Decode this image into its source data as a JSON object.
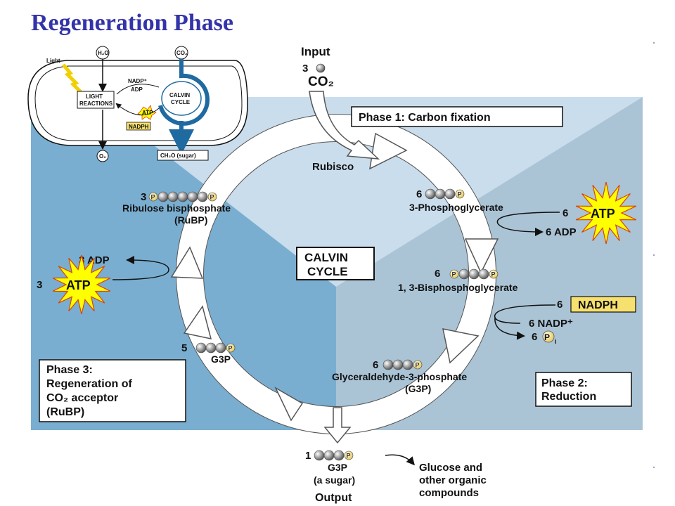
{
  "title": "Regeneration Phase",
  "inset": {
    "light": "Light",
    "h2o": "H₂O",
    "co2": "CO₂",
    "light_reactions_1": "LIGHT",
    "light_reactions_2": "REACTIONS",
    "calvin_1": "CALVIN",
    "calvin_2": "CYCLE",
    "nadp": "NADP⁺",
    "adp": "ADP",
    "atp": "ATP",
    "nadph": "NADPH",
    "o2": "O₂",
    "sugar": "CH₂O (sugar)"
  },
  "input": {
    "label": "Input",
    "count": "3",
    "molecule": "CO₂"
  },
  "rubisco": "Rubisco",
  "calvin_box": {
    "line1": "CALVIN",
    "line2": "CYCLE"
  },
  "phase1": "Phase 1: Carbon fixation",
  "phase2": {
    "line1": "Phase 2:",
    "line2": "Reduction"
  },
  "phase3": {
    "line1": "Phase 3:",
    "line2": "Regeneration of",
    "line3": "CO₂ acceptor",
    "line4": "(RuBP)"
  },
  "p_glyph": "P",
  "rubp": {
    "count": "3",
    "line1": "Ribulose bisphosphate",
    "line2": "(RuBP)"
  },
  "pga": {
    "count": "6",
    "label": "3-Phosphoglycerate"
  },
  "bpg": {
    "count": "6",
    "label": "1, 3-Bisphosphoglycerate"
  },
  "g3p_all": {
    "count": "6",
    "line1": "Glyceraldehyde-3-phosphate",
    "line2": "(G3P)"
  },
  "g3p5": {
    "count": "5",
    "label": "G3P"
  },
  "atp_right": {
    "count": "6",
    "atp": "ATP",
    "adp": "6 ADP"
  },
  "nadph_right": {
    "count": "6",
    "nadph": "NADPH",
    "nadp": "6 NADP⁺",
    "pi_count": "6",
    "pi": "P",
    "pi_sub": "i"
  },
  "atp_left": {
    "count": "3",
    "atp": "ATP",
    "adp": "3 ADP"
  },
  "output": {
    "count": "1",
    "g3p": "G3P",
    "sugar": "(a sugar)",
    "label": "Output"
  },
  "glucose": {
    "line1": "Glucose and",
    "line2": "other organic",
    "line3": "compounds"
  },
  "colors": {
    "title": "#3333aa",
    "sky": "#c9dded",
    "phase3_bg": "#7aaed0",
    "phase2_bg": "#aac4d6",
    "atp_star": "#ffff00",
    "nadph_box": "#f7e16e"
  }
}
